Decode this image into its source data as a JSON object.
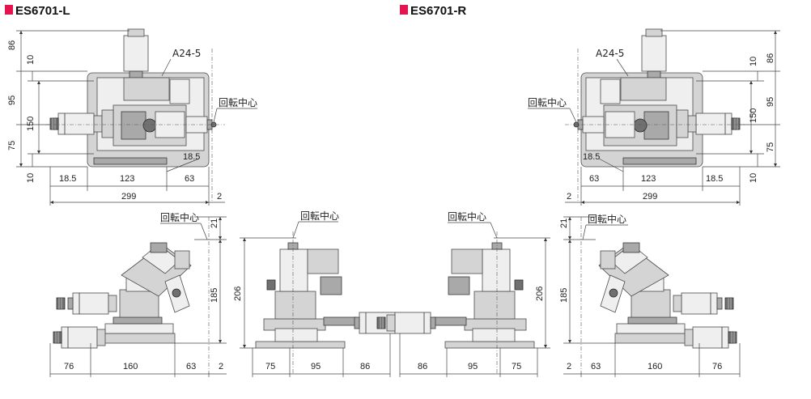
{
  "titles": {
    "left": "ES6701-L",
    "right": "ES6701-R"
  },
  "colors": {
    "accent": "#e4144e"
  },
  "labels": {
    "rotation_center": "回転中心",
    "connector": "A24-5"
  },
  "dims": {
    "tl": {
      "d86": "86",
      "d10a": "10",
      "d95": "95",
      "d150": "150",
      "d75": "75",
      "d10b": "10",
      "d18_5a": "18.5",
      "d123": "123",
      "d18_5b": "18.5",
      "d63": "63",
      "d299": "299",
      "d2": "2"
    },
    "tr": {
      "d18_5a": "18.5",
      "d63": "63",
      "d123": "123",
      "d18_5b": "18.5",
      "d299": "299",
      "d2": "2",
      "d10a": "10",
      "d86": "86",
      "d95": "95",
      "d150": "150",
      "d75": "75",
      "d10b": "10"
    },
    "bl": {
      "d21": "21",
      "d185": "185",
      "d76": "76",
      "d160": "160",
      "d63": "63",
      "d2": "2"
    },
    "bc1": {
      "d206": "206",
      "d75": "75",
      "d95": "95",
      "d86": "86"
    },
    "bc2": {
      "d206": "206",
      "d86": "86",
      "d95": "95",
      "d75": "75"
    },
    "br": {
      "d21": "21",
      "d185": "185",
      "d2": "2",
      "d63": "63",
      "d160": "160",
      "d76": "76"
    }
  }
}
